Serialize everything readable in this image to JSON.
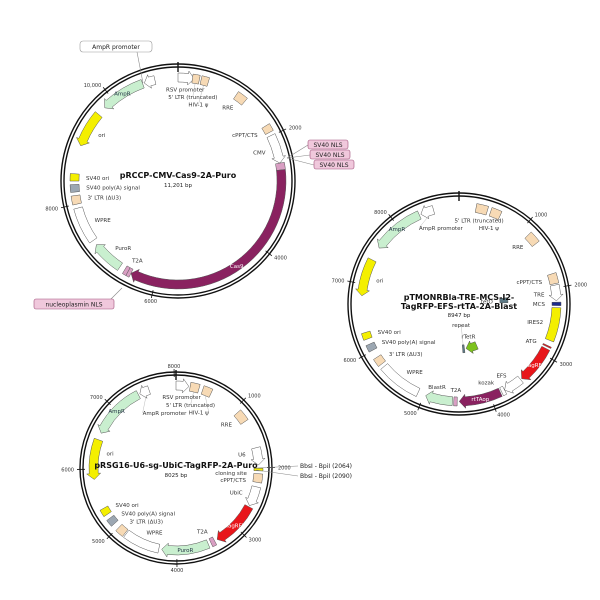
{
  "colors": {
    "resistance": "#c9efcf",
    "ori": "#f4ef00",
    "cas9": "#8a2260",
    "rtta": "#8a2260",
    "tagrfp": "#e8161b",
    "rtetr": "#7dc21e",
    "misc": "#f7dab5",
    "promoter": "#ffffff",
    "polya": "#9ca7b2",
    "nls": "#d99fc3",
    "mcs": "#1b2b8d",
    "tet": "#5d7a86"
  },
  "plasmids": [
    {
      "name": "pRCCP-CMV-Cas9-2A-Puro",
      "size_label": "11,201 bp",
      "total_bp": 11201,
      "ticks": [
        {
          "bp": 2000,
          "label": "2000"
        },
        {
          "bp": 4000,
          "label": "4000"
        },
        {
          "bp": 6000,
          "label": "6000"
        },
        {
          "bp": 8000,
          "label": "8000"
        },
        {
          "bp": 10000,
          "label": "10,000"
        }
      ],
      "features": [
        {
          "label": "RSV promoter",
          "start": 0,
          "end": 280,
          "type": "arrow",
          "dir": 1,
          "color": "promoter"
        },
        {
          "label": "5' LTR (truncated)",
          "start": 250,
          "end": 370,
          "type": "box",
          "color": "misc"
        },
        {
          "label": "HIV-1 ψ",
          "start": 400,
          "end": 530,
          "type": "box",
          "color": "misc"
        },
        {
          "label": "RRE",
          "start": 1060,
          "end": 1245,
          "type": "box",
          "color": "misc"
        },
        {
          "label": "cPPT/CTS",
          "start": 1800,
          "end": 1930,
          "type": "box",
          "color": "misc"
        },
        {
          "label": "CMV",
          "start": 1990,
          "end": 2490,
          "type": "arrow",
          "dir": 1,
          "color": "promoter"
        },
        {
          "label": "",
          "start": 2490,
          "end": 2610,
          "type": "box",
          "color": "nls"
        },
        {
          "label": "Cas9",
          "start": 2610,
          "end": 6440,
          "type": "arrow",
          "dir": 1,
          "color": "cas9"
        },
        {
          "label": "",
          "start": 6440,
          "end": 6500,
          "type": "box",
          "color": "nls"
        },
        {
          "label": "T2A",
          "start": 6500,
          "end": 6565,
          "type": "box",
          "color": "nls"
        },
        {
          "label": "PuroR",
          "start": 6660,
          "end": 7220,
          "type": "arrow",
          "dir": 1,
          "color": "resistance"
        },
        {
          "label": "WPRE",
          "start": 7310,
          "end": 7930,
          "type": "box",
          "color": "promoter"
        },
        {
          "label": "3' LTR (ΔU3)",
          "start": 8000,
          "end": 8150,
          "type": "box",
          "color": "misc"
        },
        {
          "label": "SV40 poly(A) signal",
          "start": 8210,
          "end": 8340,
          "type": "box",
          "color": "polya"
        },
        {
          "label": "SV40 ori",
          "start": 8400,
          "end": 8525,
          "type": "box",
          "color": "ori"
        },
        {
          "label": "ori",
          "start": 9020,
          "end": 9645,
          "type": "arrow",
          "dir": -1,
          "color": "ori"
        },
        {
          "label": "AmpR",
          "start": 9800,
          "end": 10580,
          "type": "arrow",
          "dir": -1,
          "color": "resistance"
        },
        {
          "label": "",
          "start": 10610,
          "end": 10800,
          "type": "arrow",
          "dir": -1,
          "color": "promoter"
        }
      ],
      "callouts": {
        "ampr_promoter": "AmpR promoter",
        "sv40_nls_1": "SV40 NLS",
        "sv40_nls_2": "SV40 NLS",
        "sv40_nls_3": "SV40 NLS",
        "nucleoplasmin_nls": "nucleoplasmin NLS"
      }
    },
    {
      "name": "pTMONRBla-TRE-MCS-I2-",
      "name_line2": "TagRFP-EFS-rtTA-2A-Blast",
      "size_label": "8947 bp",
      "total_bp": 8947,
      "ticks": [
        {
          "bp": 1000,
          "label": "1000"
        },
        {
          "bp": 2000,
          "label": "2000"
        },
        {
          "bp": 3000,
          "label": "3000"
        },
        {
          "bp": 4000,
          "label": "4000"
        },
        {
          "bp": 5000,
          "label": "5000"
        },
        {
          "bp": 6000,
          "label": "6000"
        },
        {
          "bp": 7000,
          "label": "7000"
        },
        {
          "bp": 8000,
          "label": "8000"
        }
      ],
      "features": [
        {
          "label": "5' LTR (truncated)",
          "start": 250,
          "end": 420,
          "type": "box",
          "color": "misc"
        },
        {
          "label": "HIV-1 ψ",
          "start": 470,
          "end": 620,
          "type": "box",
          "color": "misc"
        },
        {
          "label": "RRE",
          "start": 1120,
          "end": 1290,
          "type": "box",
          "color": "misc"
        },
        {
          "label": "cPPT/CTS",
          "start": 1790,
          "end": 1940,
          "type": "box",
          "color": "misc"
        },
        {
          "label": "TRE",
          "start": 1960,
          "end": 2190,
          "type": "arrow",
          "dir": 1,
          "color": "promoter"
        },
        {
          "label": "MCS",
          "start": 2210,
          "end": 2260,
          "type": "box",
          "color": "mcs"
        },
        {
          "label": "tetO",
          "start": 2050,
          "end": 2200,
          "type": "box",
          "color": "tet",
          "inner": true
        },
        {
          "label": "IRES2",
          "start": 2290,
          "end": 2780,
          "type": "box",
          "color": "ori"
        },
        {
          "label": "ATG",
          "start": 2860,
          "end": 2880,
          "type": "box",
          "color": "tagrfp"
        },
        {
          "label": "TagRFP",
          "start": 2910,
          "end": 3480,
          "type": "arrow",
          "dir": 1,
          "color": "tagrfp"
        },
        {
          "label": "EFS",
          "start": 3500,
          "end": 3780,
          "type": "arrow",
          "dir": 1,
          "color": "promoter"
        },
        {
          "label": "kozak",
          "start": 3780,
          "end": 3830,
          "type": "box",
          "color": "promoter"
        },
        {
          "label": "rtTAop",
          "start": 3850,
          "end": 4470,
          "type": "arrow",
          "dir": 1,
          "color": "rtta"
        },
        {
          "label": "T2A",
          "start": 4500,
          "end": 4550,
          "type": "box",
          "color": "nls"
        },
        {
          "label": "BlastR",
          "start": 4570,
          "end": 4970,
          "type": "arrow",
          "dir": 1,
          "color": "resistance"
        },
        {
          "label": "rTetR",
          "start": 3900,
          "end": 4250,
          "type": "arrow",
          "dir": 1,
          "color": "rtetr",
          "inner": true
        },
        {
          "label": "repeat",
          "start": 4300,
          "end": 4360,
          "type": "box",
          "color": "tet",
          "inner": true
        },
        {
          "label": "WPRE",
          "start": 5090,
          "end": 5720,
          "type": "box",
          "color": "promoter"
        },
        {
          "label": "3' LTR (ΔU3)",
          "start": 5770,
          "end": 5890,
          "type": "box",
          "color": "misc"
        },
        {
          "label": "SV40 poly(A) signal",
          "start": 6010,
          "end": 6110,
          "type": "box",
          "color": "polya"
        },
        {
          "label": "SV40 ori",
          "start": 6190,
          "end": 6290,
          "type": "box",
          "color": "ori"
        },
        {
          "label": "ori",
          "start": 6830,
          "end": 7380,
          "type": "arrow",
          "dir": -1,
          "color": "ori"
        },
        {
          "label": "AmpR",
          "start": 7580,
          "end": 8350,
          "type": "arrow",
          "dir": -1,
          "color": "resistance"
        },
        {
          "label": "AmpR promoter",
          "start": 8375,
          "end": 8570,
          "type": "arrow",
          "dir": -1,
          "color": "promoter"
        }
      ]
    },
    {
      "name": "pRSG16-U6-sg-UbiC-TagRFP-2A-Puro",
      "size_label": "8025 bp",
      "total_bp": 8025,
      "ticks": [
        {
          "bp": 1000,
          "label": "1000"
        },
        {
          "bp": 2000,
          "label": "2000"
        },
        {
          "bp": 3000,
          "label": "3000"
        },
        {
          "bp": 4000,
          "label": "4000"
        },
        {
          "bp": 5000,
          "label": "5000"
        },
        {
          "bp": 6000,
          "label": "6000"
        },
        {
          "bp": 7000,
          "label": "7000"
        },
        {
          "bp": 8000,
          "label": "8000"
        }
      ],
      "features": [
        {
          "label": "RSV promoter",
          "start": 0,
          "end": 200,
          "type": "arrow",
          "dir": 1,
          "color": "promoter"
        },
        {
          "label": "5' LTR (truncated)",
          "start": 220,
          "end": 360,
          "type": "box",
          "color": "misc"
        },
        {
          "label": "HIV-1 ψ",
          "start": 420,
          "end": 560,
          "type": "box",
          "color": "misc"
        },
        {
          "label": "RRE",
          "start": 1070,
          "end": 1250,
          "type": "box",
          "color": "misc"
        },
        {
          "label": "U6",
          "start": 1690,
          "end": 1960,
          "type": "arrow",
          "dir": 1,
          "color": "promoter"
        },
        {
          "label": "cloning site",
          "start": 2010,
          "end": 2050,
          "type": "box",
          "color": "ori"
        },
        {
          "label": "cPPT/CTS",
          "start": 2095,
          "end": 2230,
          "type": "box",
          "color": "misc"
        },
        {
          "label": "UbiC",
          "start": 2300,
          "end": 2610,
          "type": "arrow",
          "dir": 1,
          "color": "promoter"
        },
        {
          "label": "TagRFP",
          "start": 2630,
          "end": 3345,
          "type": "arrow",
          "dir": 1,
          "color": "tagrfp"
        },
        {
          "label": "T2A",
          "start": 3390,
          "end": 3455,
          "type": "box",
          "color": "nls"
        },
        {
          "label": "PuroR",
          "start": 3500,
          "end": 4235,
          "type": "arrow",
          "dir": 1,
          "color": "resistance"
        },
        {
          "label": "WPRE",
          "start": 4280,
          "end": 4840,
          "type": "box",
          "color": "promoter"
        },
        {
          "label": "3' LTR (ΔU3)",
          "start": 4860,
          "end": 4990,
          "type": "box",
          "color": "misc"
        },
        {
          "label": "SV40 poly(A) signal",
          "start": 5080,
          "end": 5190,
          "type": "box",
          "color": "polya"
        },
        {
          "label": "SV40 ori",
          "start": 5260,
          "end": 5370,
          "type": "box",
          "color": "ori"
        },
        {
          "label": "ori",
          "start": 5840,
          "end": 6465,
          "type": "arrow",
          "dir": -1,
          "color": "ori"
        },
        {
          "label": "AmpR",
          "start": 6575,
          "end": 7420,
          "type": "arrow",
          "dir": -1,
          "color": "resistance"
        },
        {
          "label": "AmpR promoter",
          "start": 7445,
          "end": 7600,
          "type": "arrow",
          "dir": -1,
          "color": "promoter"
        }
      ],
      "callouts": {
        "bbsi_1": "BbsI - BpiI  (2064)",
        "bbsi_2": "BbsI - BpiI  (2090)"
      }
    }
  ]
}
